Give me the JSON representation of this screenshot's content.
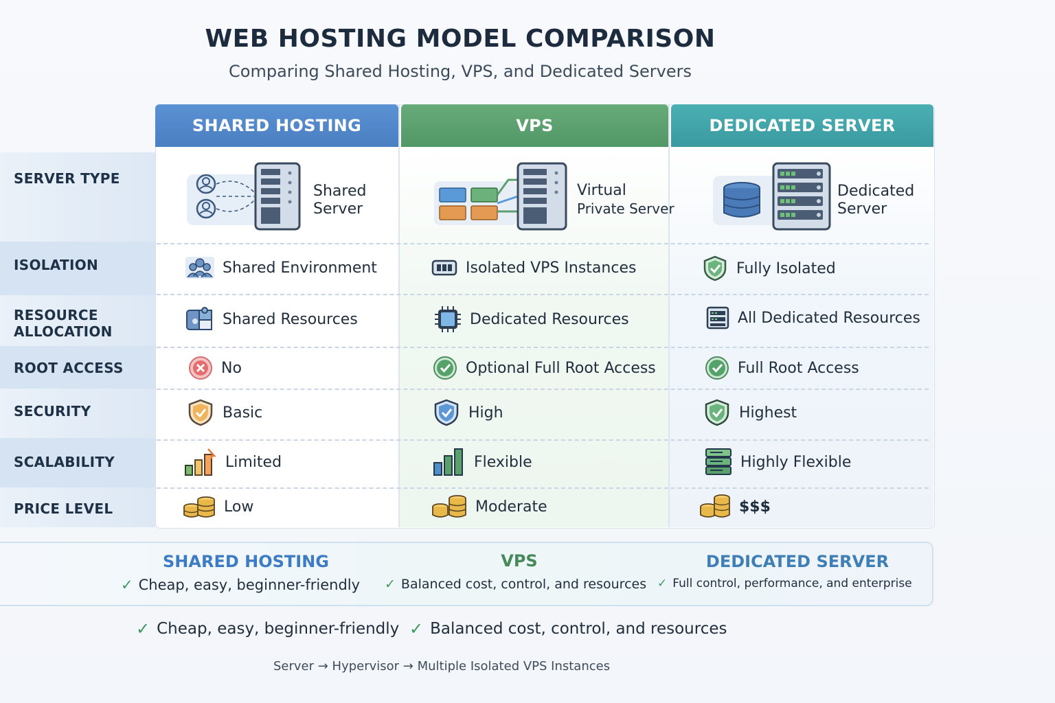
{
  "title": "WEB HOSTING MODEL COMPARISON",
  "subtitle": "Comparing Shared Hosting, VPS, and Dedicated Servers",
  "columns": {
    "shared": "SHARED HOSTING",
    "vps": "VPS",
    "dedicated": "DEDICATED SERVER"
  },
  "colors": {
    "shared": "#4f86c9",
    "vps": "#5a9f6d",
    "dedicated": "#3fa3a8"
  },
  "rows": {
    "server_type": "SERVER TYPE",
    "isolation": "ISOLATION",
    "resource_allocation": "RESOURCE\nALLOCATION",
    "root_access": "ROOT ACCESS",
    "security": "SECURITY",
    "scalability": "SCALABILITY",
    "price_level": "PRICE LEVEL"
  },
  "server_type": {
    "shared_line1": "Shared",
    "shared_line2": "Server",
    "vps_line1": "Virtual",
    "vps_line2": "Private Server",
    "dedicated_line1": "Dedicated",
    "dedicated_line2": "Server"
  },
  "isolation": {
    "shared": "Shared Environment",
    "vps": "Isolated VPS Instances",
    "dedicated": "Fully Isolated"
  },
  "resource_allocation": {
    "shared": "Shared Resources",
    "vps": "Dedicated Resources",
    "dedicated": "All Dedicated Resources"
  },
  "root_access": {
    "shared": "No",
    "vps": "Optional Full Root Access",
    "dedicated": "Full Root Access"
  },
  "security": {
    "shared": "Basic",
    "vps": "High",
    "dedicated": "Highest"
  },
  "scalability": {
    "shared": "Limited",
    "vps": "Flexible",
    "dedicated": "Highly Flexible"
  },
  "price_level": {
    "shared": "Low",
    "vps": "Moderate",
    "dedicated": "$$$"
  },
  "summary": {
    "shared_title": "SHARED HOSTING",
    "shared_text": "Cheap, easy, beginner-friendly",
    "vps_title": "VPS",
    "vps_text": "Balanced cost, control, and resources",
    "dedicated_title": "DEDICATED SERVER",
    "dedicated_text": "Full control, performance, and enterprise"
  },
  "footer": {
    "item1": "Cheap, easy, beginner-friendly",
    "item2": "Balanced cost, control, and resources"
  },
  "caption": "Server → Hypervisor → Multiple Isolated VPS Instances",
  "check_glyph": "✓"
}
